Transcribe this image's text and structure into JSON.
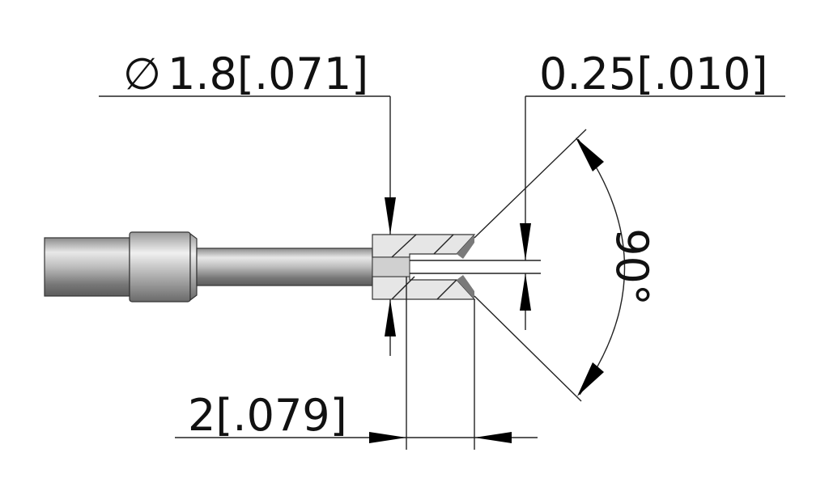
{
  "dimensions": {
    "diameter": {
      "symbol": "∅",
      "value": "1.8[.071]"
    },
    "gap": {
      "value": "0.25[.010]"
    },
    "length": {
      "value": "2[.079]"
    },
    "angle": {
      "value": "90°"
    }
  },
  "colors": {
    "metal_light": "#d9d9d9",
    "metal_dark": "#7a7a7a",
    "section_fill": "#e6e6e6",
    "line": "#222222"
  }
}
